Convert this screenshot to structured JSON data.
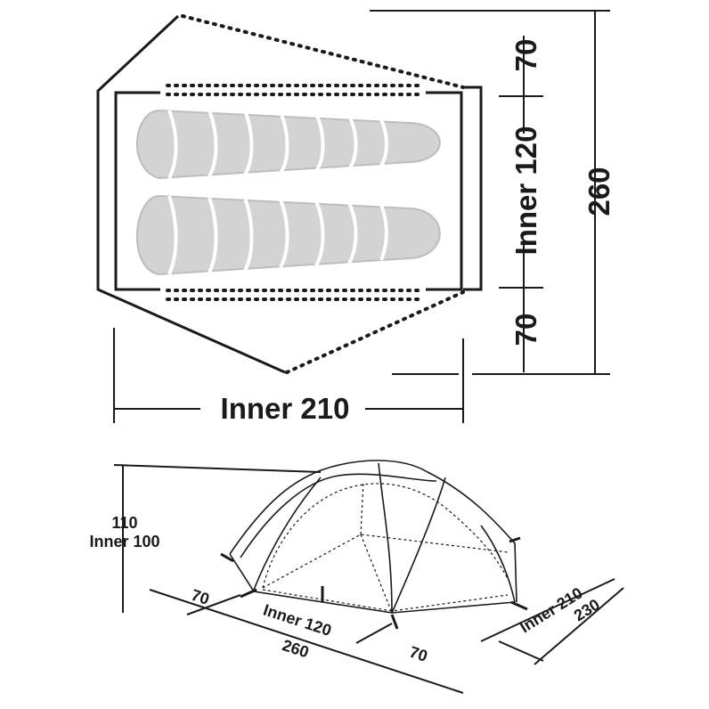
{
  "floor_plan": {
    "depth_total": "260",
    "vestibule_front": "70",
    "vestibule_back": "70",
    "inner_width": "Inner 120",
    "inner_length": "Inner 210"
  },
  "side_view": {
    "height_outer": "110",
    "height_inner": "Inner 100",
    "vestibule_left": "70",
    "inner_width": "Inner 120",
    "total_depth": "260",
    "vestibule_right": "70",
    "inner_length": "Inner 210",
    "total_length": "230"
  },
  "icons": {
    "sleeping_bag": "sleeping-bag-icon",
    "tent": "tent-icon"
  }
}
